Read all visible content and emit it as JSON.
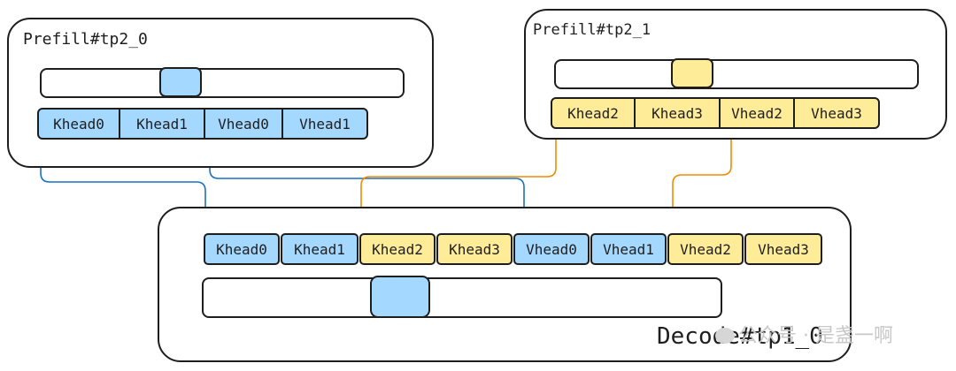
{
  "prefill0": {
    "title": "Prefill#tp2_0",
    "heads": [
      "Khead0",
      "Khead1",
      "Vhead0",
      "Vhead1"
    ]
  },
  "prefill1": {
    "title": "Prefill#tp2_1",
    "heads": [
      "Khead2",
      "Khead3",
      "Vhead2",
      "Vhead3"
    ]
  },
  "decode": {
    "title": "Decode#tp1_0",
    "heads": [
      "Khead0",
      "Khead1",
      "Khead2",
      "Khead3",
      "Vhead0",
      "Vhead1",
      "Vhead2",
      "Vhead3"
    ]
  },
  "watermark": "公众号 · 是盏一啊",
  "colors": {
    "blue": "#a5d8ff",
    "yellow": "#ffec99",
    "blue_arrow": "#1971c2",
    "orange_arrow": "#f08c00",
    "stroke": "#1e1e1e"
  }
}
